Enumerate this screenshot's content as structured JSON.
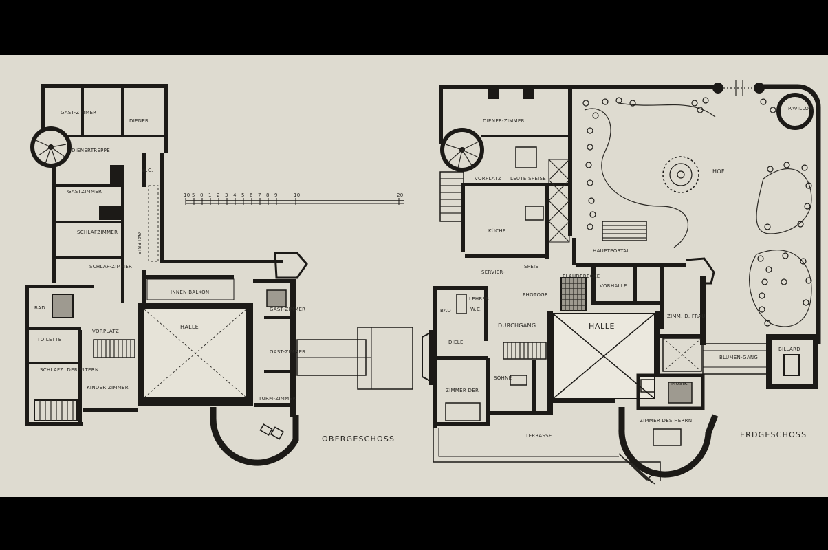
{
  "plans": {
    "upper": {
      "title": "OBERGESCHOSS",
      "rooms": {
        "gastzimmer_top": "GAST-ZIMMER",
        "diener": "DIENER",
        "dienertreppe": "DIENERTREPPE",
        "wc": "W.C.",
        "gastzimmer": "GASTZIMMER",
        "schlafzimmer": "SCHLAFZIMMER",
        "galerie": "GALERIE",
        "schlafzimmer2": "SCHLAF-ZIMMER",
        "innen_balkon": "INNEN BALKON",
        "gastzimmer_right1": "GAST-ZIMMER",
        "gastzimmer_right2": "GAST-ZIMMER",
        "bad": "BAD",
        "toilette": "TOILETTE",
        "vorplatz": "VORPLATZ",
        "halle": "HALLE",
        "schlafz_eltern": "SCHLAFZ. DER ELTERN",
        "kinderzimmer": "KINDER ZIMMER",
        "turmzimmer": "TURM-ZIMMER"
      }
    },
    "ground": {
      "title": "ERDGESCHOSS",
      "rooms": {
        "dienerzimmer": "DIENER-ZIMMER",
        "pavillon": "PAVILLON",
        "hof": "HOF",
        "vorplatz": "VORPLATZ",
        "leute_speise": "LEUTE SPEISE",
        "kueche": "KÜCHE",
        "hauptportal": "HAUPTPORTAL",
        "servier": "SERVIER-",
        "speis": "SPEIS",
        "plauderecke": "PLAUDERECKE",
        "vorhalle": "VORHALLE",
        "photogr": "PHOTOGR",
        "bad": "BAD",
        "lehrer": "LEHRER",
        "wc": "W.C.",
        "durchgang": "DURCHGANG",
        "halle": "HALLE",
        "zimm_frau": "ZIMM. D. FRAU",
        "diele": "DIELE",
        "blumengang": "BLUMEN-GANG",
        "billard": "BILLARD",
        "musik": "MUSIK",
        "zimmer_der": "ZIMMER DER",
        "soehne": "SÖHNE",
        "zimmer_des_herrn": "ZIMMER DES HERRN",
        "terrasse": "TERRASSE"
      }
    }
  },
  "scale_bar": {
    "ticks": [
      "10",
      "5",
      "0",
      "1",
      "2",
      "3",
      "4",
      "5",
      "6",
      "7",
      "8",
      "9",
      "10",
      "20"
    ]
  },
  "colors": {
    "paper": "#dedbd0",
    "ink": "#1c1a17",
    "frame": "#000000"
  }
}
